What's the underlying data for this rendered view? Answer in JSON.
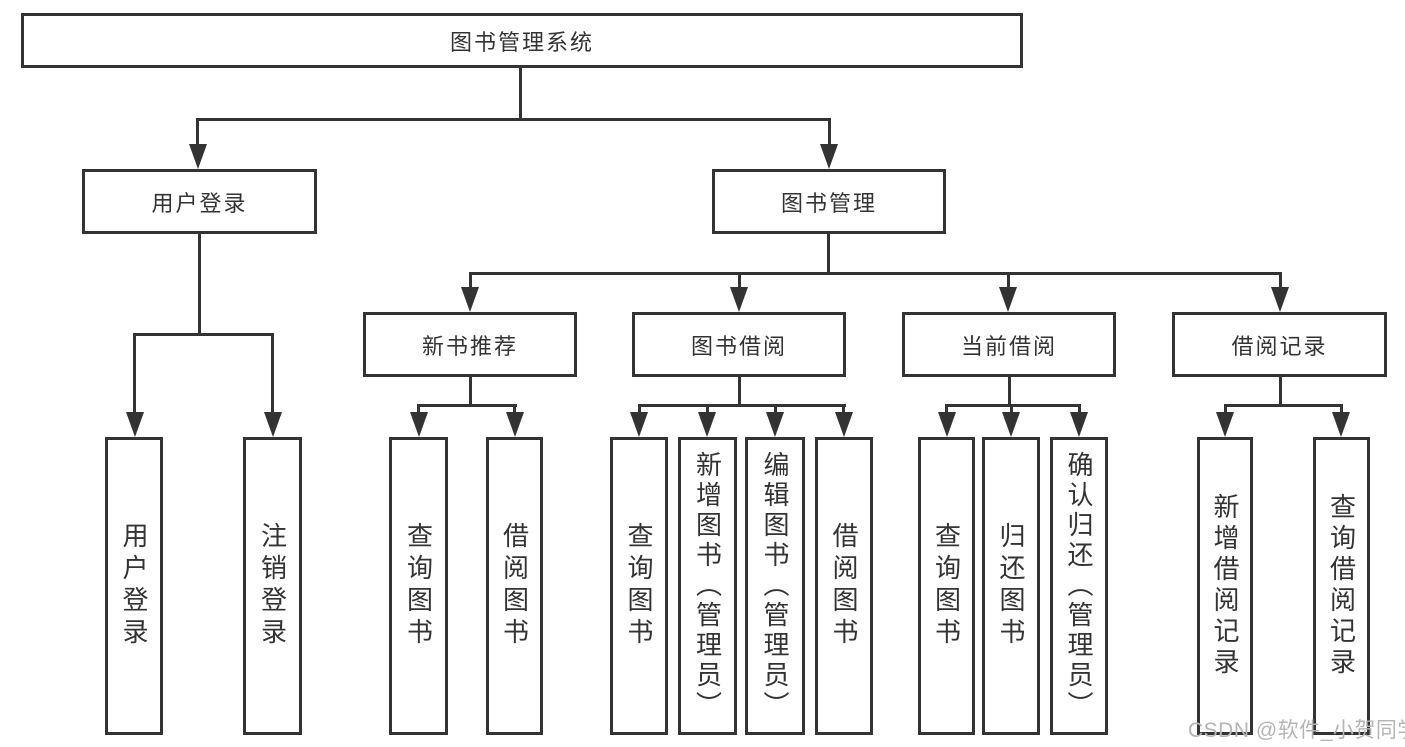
{
  "colors": {
    "line": "#333333",
    "text": "#333333",
    "box_background": "#ffffff",
    "watermark": "#b5b5b5",
    "page_background": "#ffffff"
  },
  "watermark": {
    "text": "CSDN @软件_小贺同学"
  },
  "tree": {
    "root": {
      "label": "图书管理系统"
    },
    "user_login": {
      "label": "用户登录",
      "children": [
        {
          "label": "用户登录"
        },
        {
          "label": "注销登录"
        }
      ]
    },
    "book_mgmt": {
      "label": "图书管理",
      "children": [
        {
          "label": "新书推荐",
          "children": [
            {
              "label": "查询图书"
            },
            {
              "label": "借阅图书"
            }
          ]
        },
        {
          "label": "图书借阅",
          "children": [
            {
              "label": "查询图书"
            },
            {
              "label": "新增图书（管理员）"
            },
            {
              "label": "编辑图书（管理员）"
            },
            {
              "label": "借阅图书"
            }
          ]
        },
        {
          "label": "当前借阅",
          "children": [
            {
              "label": "查询图书"
            },
            {
              "label": "归还图书"
            },
            {
              "label": "确认归还（管理员）"
            }
          ]
        },
        {
          "label": "借阅记录",
          "children": [
            {
              "label": "新增借阅记录"
            },
            {
              "label": "查询借阅记录"
            }
          ]
        }
      ]
    }
  }
}
